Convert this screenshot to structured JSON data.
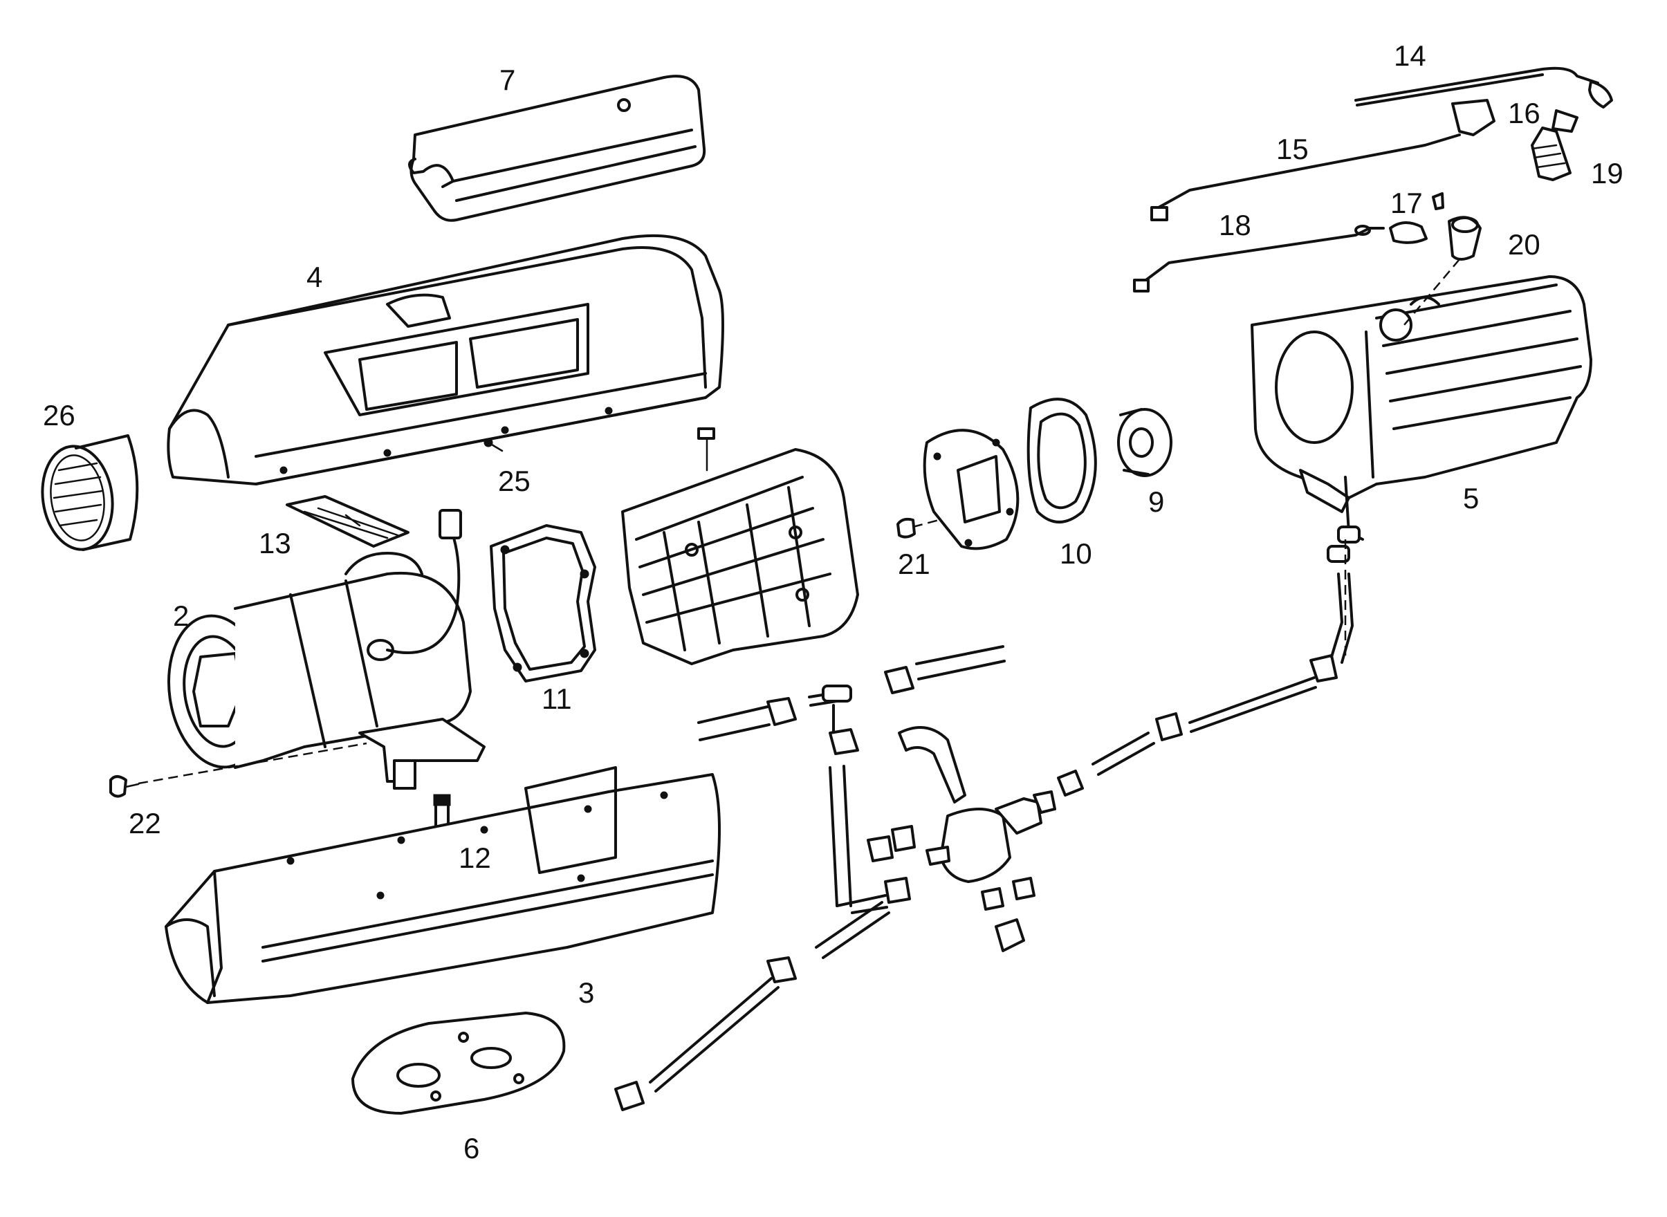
{
  "diagram": {
    "callouts": {
      "c2": "2",
      "c3": "3",
      "c4": "4",
      "c5": "5",
      "c6": "6",
      "c7": "7",
      "c9": "9",
      "c10": "10",
      "c11": "11",
      "c12": "12",
      "c13": "13",
      "c14": "14",
      "c15": "15",
      "c16": "16",
      "c17": "17",
      "c18": "18",
      "c19": "19",
      "c20": "20",
      "c21": "21",
      "c22": "22",
      "c25": "25",
      "c26": "26"
    }
  }
}
